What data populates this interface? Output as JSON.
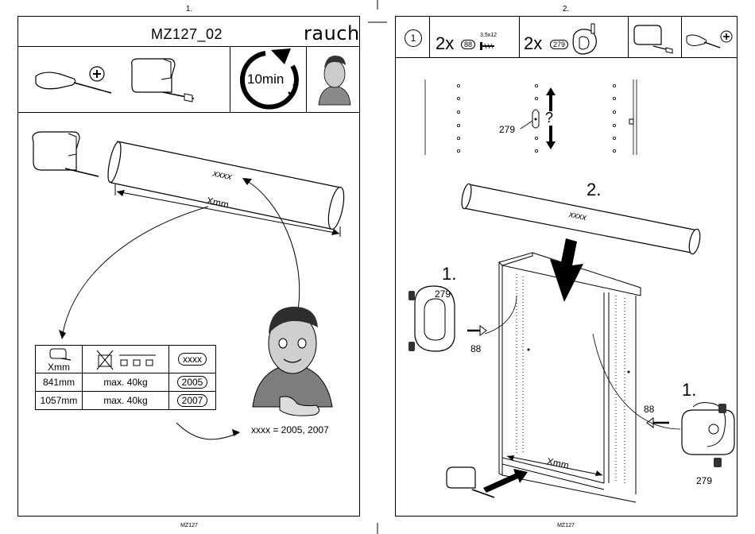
{
  "page_left": {
    "page_number": "1.",
    "title": "MZ127_02",
    "brand": "rauch",
    "time": "10min",
    "rod_label": "xxxx",
    "length_label": "Xmm",
    "table": {
      "header_length": "Xmm",
      "header_code": "xxxx",
      "rows": [
        {
          "length": "841mm",
          "load": "max. 40kg",
          "code": "2005"
        },
        {
          "length": "1057mm",
          "load": "max. 40kg",
          "code": "2007"
        }
      ]
    },
    "note": "xxxx = 2005, 2007",
    "footer": "MZ127"
  },
  "page_right": {
    "page_number": "2.",
    "step": "1",
    "parts": [
      {
        "qty": "2x",
        "part": "88",
        "size": "3,5x12"
      },
      {
        "qty": "2x",
        "part": "279"
      }
    ],
    "hole_part": "279",
    "question": "?",
    "step_rod": "2.",
    "rod_label": "xxxx",
    "step_bracket_left": "1.",
    "step_bracket_right": "1.",
    "left_part": "279",
    "left_screw": "88",
    "right_screw": "88",
    "right_part": "279",
    "length_label": "Xmm",
    "footer": "MZ127"
  },
  "icons": [
    "screwdriver-icon",
    "phillips-icon",
    "bracket-icon",
    "clock-icon",
    "assembler-avatar",
    "screw-icon",
    "no-overload-icon"
  ]
}
